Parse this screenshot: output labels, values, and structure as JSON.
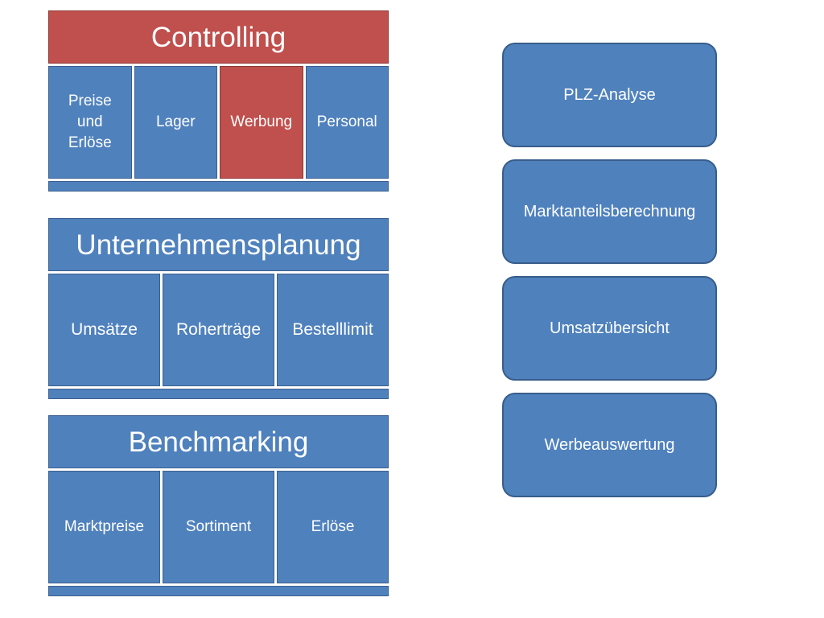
{
  "controlling": {
    "title": "Controlling",
    "items": [
      "Preise\nund\nErlöse",
      "Lager",
      "Werbung",
      "Personal"
    ]
  },
  "planning": {
    "title": "Unternehmensplanung",
    "items": [
      "Umsätze",
      "Roherträge",
      "Bestelllimit"
    ]
  },
  "benchmarking": {
    "title": "Benchmarking",
    "items": [
      "Marktpreise",
      "Sortiment",
      "Erlöse"
    ]
  },
  "tiles": [
    "PLZ-Analyse",
    "Marktanteilsberechnung",
    "Umsatzübersicht",
    "Werbeauswertung"
  ],
  "colors": {
    "blue": "#4f81bd",
    "red": "#c0504d",
    "tile_border": "#385d8a"
  }
}
